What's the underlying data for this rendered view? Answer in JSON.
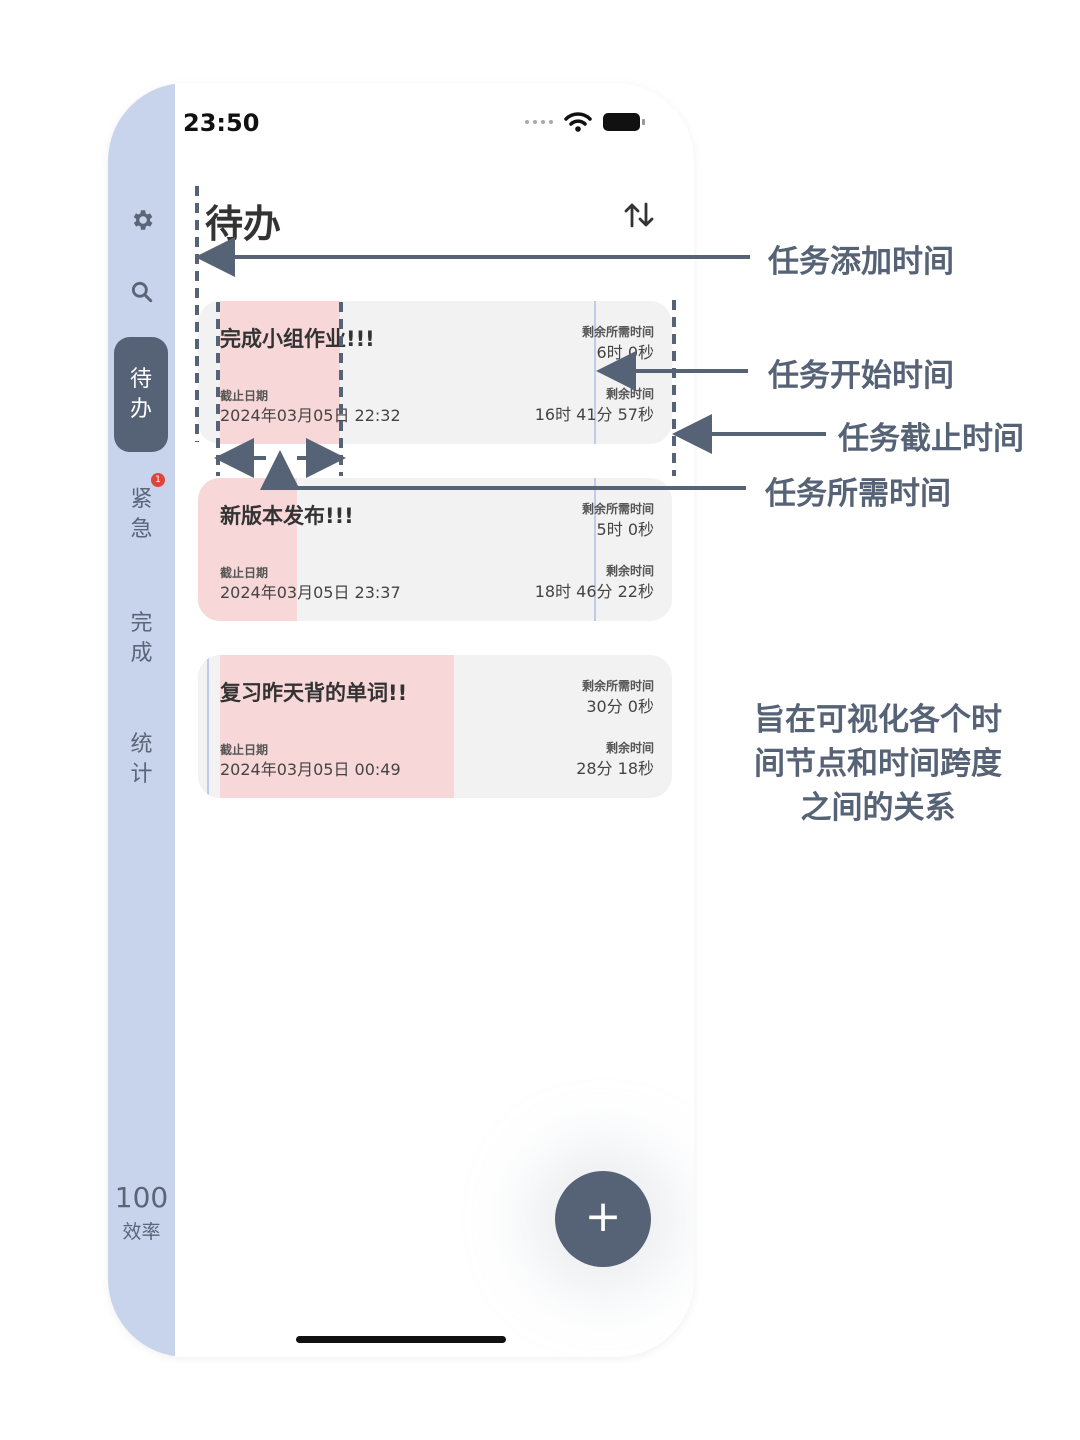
{
  "status_bar": {
    "time": "23:50"
  },
  "sidebar": {
    "items": [
      {
        "icon": "gear-icon"
      },
      {
        "icon": "search-icon"
      },
      {
        "label": "待\n办",
        "active": true
      },
      {
        "label": "紧\n急",
        "badge": "1"
      },
      {
        "label": "完\n成"
      },
      {
        "label": "统\n计"
      }
    ],
    "efficiency_value": "100",
    "efficiency_label": "效率"
  },
  "header": {
    "title": "待办",
    "sort_icon": "sort-arrows-icon"
  },
  "tasks": [
    {
      "title": "完成小组作业!!!",
      "deadline_label": "截止日期",
      "deadline": "2024年03月05日 22:32",
      "required_label": "剩余所需时间",
      "required": "6时 0秒",
      "remaining_label": "剩余时间",
      "remaining": "16时 41分 57秒"
    },
    {
      "title": "新版本发布!!!",
      "deadline_label": "截止日期",
      "deadline": "2024年03月05日 23:37",
      "required_label": "剩余所需时间",
      "required": "5时 0秒",
      "remaining_label": "剩余时间",
      "remaining": "18时 46分 22秒"
    },
    {
      "title": "复习昨天背的单词!!",
      "deadline_label": "截止日期",
      "deadline": "2024年03月05日 00:49",
      "required_label": "剩余所需时间",
      "required": "30分 0秒",
      "remaining_label": "剩余时间",
      "remaining": "28分 18秒"
    }
  ],
  "fab": {
    "label": "+"
  },
  "annotations": {
    "add_time": "任务添加时间",
    "start_time": "任务开始时间",
    "deadline_time": "任务截止时间",
    "required_time": "任务所需时间",
    "note_line1": "旨在可视化各个时",
    "note_line2": "间节点和时间跨度",
    "note_line3": "之间的关系"
  },
  "colors": {
    "sidebar_bg": "#c7d4ec",
    "accent": "#566275",
    "card_bg": "#f2f2f3",
    "span_fill": "#f7d7d8",
    "badge": "#e0443a"
  }
}
